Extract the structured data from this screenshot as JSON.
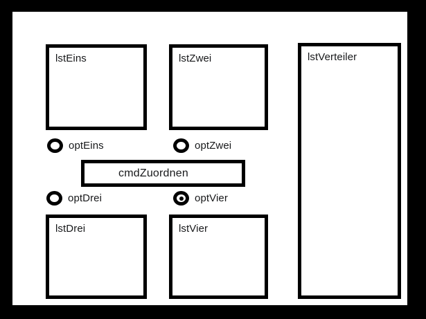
{
  "window": {
    "frame_color": "#000000",
    "canvas_color": "#ffffff",
    "stroke_color": "#000000",
    "text_color": "#17181a"
  },
  "listboxes": [
    {
      "name": "lst-eins",
      "label": "lstEins"
    },
    {
      "name": "lst-zwei",
      "label": "lstZwei"
    },
    {
      "name": "lst-verteiler",
      "label": "lstVerteiler"
    },
    {
      "name": "lst-drei",
      "label": "lstDrei"
    },
    {
      "name": "lst-vier",
      "label": "lstVier"
    }
  ],
  "button": {
    "name": "cmd-zuordnen",
    "label": "cmdZuordnen"
  },
  "radios": [
    {
      "name": "opt-eins",
      "label": "optEins",
      "checked": false
    },
    {
      "name": "opt-zwei",
      "label": "optZwei",
      "checked": false
    },
    {
      "name": "opt-drei",
      "label": "optDrei",
      "checked": false
    },
    {
      "name": "opt-vier",
      "label": "optVier",
      "checked": true
    }
  ],
  "selected_option": "optVier"
}
